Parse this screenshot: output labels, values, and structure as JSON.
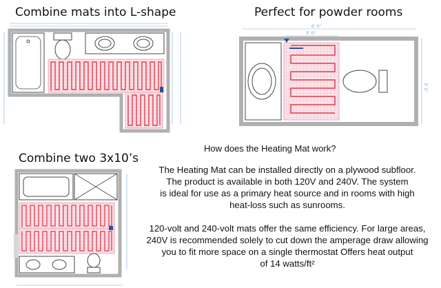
{
  "headings": {
    "l_shape": "Combine mats into L-shape",
    "powder": "Perfect for powder rooms",
    "combine_two": "Combine two 3x10’s"
  },
  "info": {
    "title": "How does the Heating Mat work?",
    "paragraph1": [
      "The Heating Mat can be installed directly on a plywood subfloor.",
      "The product is available in both 120V and 240V. The system",
      "is ideal for use as a primary heat source and in rooms with high",
      "heat-loss such as sunrooms."
    ],
    "paragraph2": [
      "120-volt and 240-volt mats offer the same efficiency. For large areas,",
      "240V is recommended solely to cut down the amperage draw allowing",
      "you to fit more space on a single thermostat Offers heat output",
      "of 14 watts/ft²"
    ]
  },
  "dimensions": {
    "powder_overall": "6' 0\"",
    "powder_mat": "3' 0\"",
    "powder_depth": "3' 0\""
  },
  "colors": {
    "mat_fill": "#fbe3e8",
    "mat_grid": "#e9a9b6",
    "cable": "#e23b4f",
    "wall": "#b5b5b5",
    "room_floor": "#ffffff",
    "dimension": "#6f9fd0",
    "thermostat": "#2b4fa0"
  }
}
